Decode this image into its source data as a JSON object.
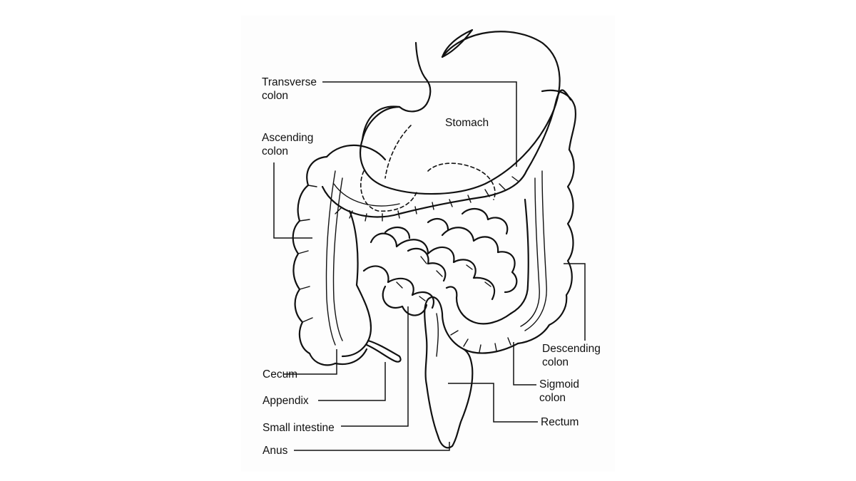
{
  "labels": {
    "transverse_colon": "Transverse\ncolon",
    "stomach": "Stomach",
    "ascending_colon": "Ascending\ncolon",
    "descending_colon": "Descending\ncolon",
    "sigmoid_colon": "Sigmoid\ncolon",
    "rectum": "Rectum",
    "cecum": "Cecum",
    "appendix": "Appendix",
    "small_intestine": "Small intestine",
    "anus": "Anus"
  },
  "colors": {
    "line": "#111111",
    "background": "#ffffff"
  }
}
